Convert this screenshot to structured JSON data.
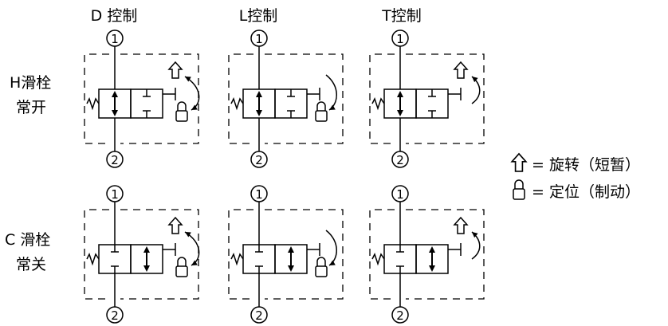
{
  "columns": [
    {
      "title": "D 控制",
      "mode": "D"
    },
    {
      "title": "L控制",
      "mode": "L"
    },
    {
      "title": "T控制",
      "mode": "T"
    }
  ],
  "rows": [
    {
      "label_line1": "H滑栓",
      "label_line2": "常开",
      "spool": "open"
    },
    {
      "label_line1": "C 滑栓",
      "label_line2": "常关",
      "spool": "closed"
    }
  ],
  "ports": {
    "top": "1",
    "bottom": "2"
  },
  "legend": [
    {
      "icon": "up-arrow-icon",
      "text": "= 旋转（短暂）"
    },
    {
      "icon": "lock-icon",
      "text": "= 定位（制动）"
    }
  ],
  "colors": {
    "line": "#000000",
    "background": "#ffffff"
  }
}
